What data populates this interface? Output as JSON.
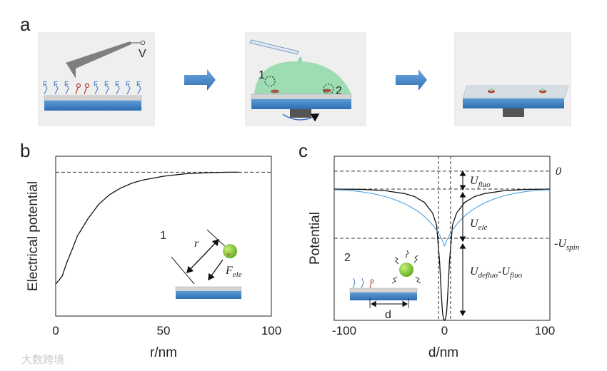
{
  "panel_a": {
    "letter": "a",
    "step1_voltage_label": "V",
    "step1_chain_label": "F",
    "step2_markers": [
      "1",
      "2"
    ]
  },
  "panel_b": {
    "letter": "b",
    "inset_number": "1",
    "inset_r_label": "r",
    "inset_force_label": "F",
    "inset_force_sub": "ele",
    "inset_charge": "+"
  },
  "panel_c": {
    "letter": "c",
    "label_zero": "0",
    "label_uspin": "-U",
    "label_uspin_sub": "spin",
    "label_ufluo": "U",
    "label_ufluo_sub": "fluo",
    "label_uele": "U",
    "label_uele_sub": "ele",
    "label_udefluo": "U",
    "label_udefluo_sub": "defluo",
    "label_udefluo_rest": "-U",
    "label_udefluo_rest_sub": "fluo",
    "inset_number": "2",
    "inset_d_label": "d"
  },
  "watermark": "大数跨境",
  "chart_data": [
    {
      "type": "line",
      "panel": "b",
      "title": "",
      "xlabel": "r/nm",
      "ylabel": "Electrical potential",
      "xlim": [
        0,
        100
      ],
      "ylim": [
        0,
        1
      ],
      "xticks": [
        "0",
        "50",
        "100"
      ],
      "grid": false,
      "reference_line_y": 0.9,
      "series": [
        {
          "x": [
            0,
            3,
            5,
            8,
            10,
            15,
            20,
            25,
            30,
            35,
            40,
            50,
            60,
            70,
            80,
            85
          ],
          "y": [
            0.2,
            0.25,
            0.33,
            0.43,
            0.5,
            0.61,
            0.7,
            0.76,
            0.8,
            0.83,
            0.85,
            0.875,
            0.89,
            0.897,
            0.9,
            0.9
          ]
        }
      ]
    },
    {
      "type": "line",
      "panel": "c",
      "title": "",
      "xlabel": "d/nm",
      "ylabel": "Potential",
      "xlim": [
        -110,
        105
      ],
      "ylim": [
        -1,
        0.1
      ],
      "xticks": [
        "-100",
        "0",
        "100"
      ],
      "grid": false,
      "levels": {
        "zero": 0,
        "fluo": -0.12,
        "spin": -0.45
      },
      "series": [
        {
          "x": [
            -110,
            -80,
            -60,
            -40,
            -30,
            -20,
            -12,
            -8,
            -5,
            -3,
            -2,
            -1,
            0,
            1,
            2,
            3,
            5,
            8,
            12,
            20,
            30,
            40,
            60,
            80,
            105
          ],
          "y": [
            -0.12,
            -0.123,
            -0.13,
            -0.15,
            -0.17,
            -0.21,
            -0.28,
            -0.36,
            -0.6,
            -0.85,
            -0.95,
            -0.99,
            -1.0,
            -0.99,
            -0.95,
            -0.85,
            -0.6,
            -0.36,
            -0.28,
            -0.21,
            -0.17,
            -0.15,
            -0.13,
            -0.123,
            -0.12
          ]
        }
      ]
    }
  ]
}
